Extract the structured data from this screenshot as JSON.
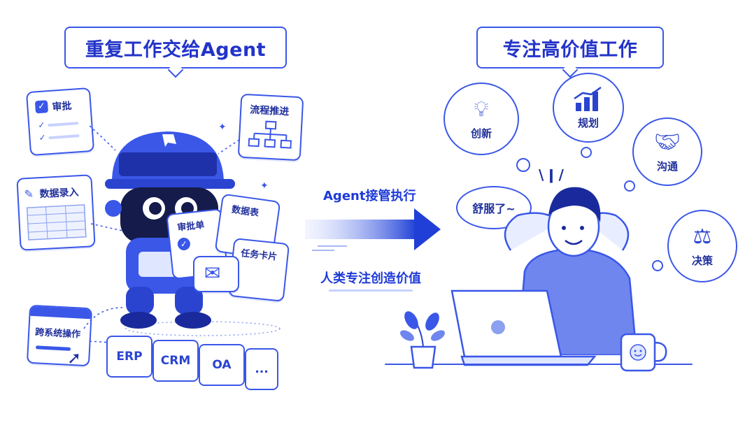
{
  "left_panel": {
    "title": "重复工作交给Agent",
    "tasks": {
      "approval": "审批",
      "process": "流程推进",
      "data_entry": "数据录入",
      "cross_system": "跨系统操作"
    },
    "documents": {
      "approval_form": "审批单",
      "data_sheet": "数据表",
      "task_card": "任务卡片"
    },
    "systems": [
      "ERP",
      "CRM",
      "OA",
      "..."
    ]
  },
  "middle": {
    "takeover_text": "Agent接管执行",
    "human_value_text": "人类专注创造价值"
  },
  "right_panel": {
    "title": "专注高价值工作",
    "speech": "舒服了~",
    "thoughts": {
      "innovation": "创新",
      "planning": "规划",
      "communication": "沟通",
      "decision": "决策"
    }
  },
  "colors": {
    "primary": "#3a57e8",
    "dark": "#1f2f9c",
    "light": "#dfe6ff",
    "skin": "#e8eeff"
  }
}
